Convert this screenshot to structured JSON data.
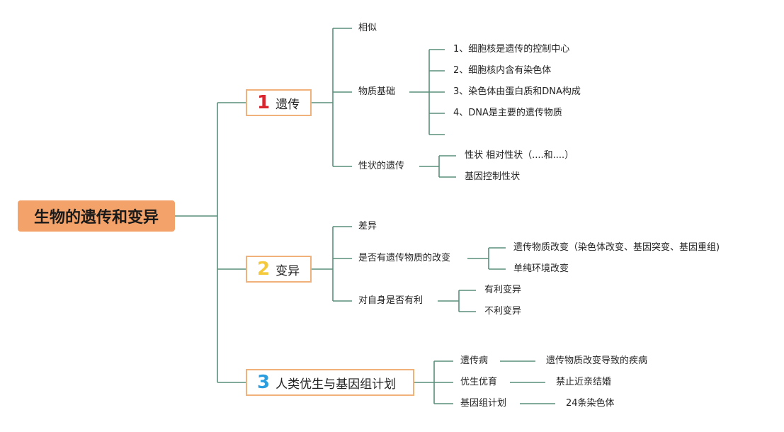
{
  "root": "生物的遗传和变异",
  "colors": {
    "line": "#5a8f7b",
    "root_bg": "#f3a36a",
    "branch_border": "#f0b27a",
    "num1": "#d9262e",
    "num2": "#f4c93b",
    "num3": "#2b9ee0"
  },
  "branches": [
    {
      "num": "1",
      "label": "遗传",
      "children": [
        {
          "label": "相似"
        },
        {
          "label": "物质基础",
          "children": [
            "1、细胞核是遗传的控制中心",
            "2、细胞核内含有染色体",
            "3、染色体由蛋白质和DNA构成",
            "4、DNA是主要的遗传物质",
            ""
          ]
        },
        {
          "label": "性状的遗传",
          "children": [
            "性状 相对性状（....和....）",
            "基因控制性状"
          ]
        }
      ]
    },
    {
      "num": "2",
      "label": "变异",
      "children": [
        {
          "label": "差异"
        },
        {
          "label": "是否有遗传物质的改变",
          "children": [
            "遗传物质改变（染色体改变、基因突变、基因重组)",
            "单纯环境改变"
          ]
        },
        {
          "label": "对自身是否有利",
          "children": [
            "有利变异",
            "不利变异"
          ]
        }
      ]
    },
    {
      "num": "3",
      "label": "人类优生与基因组计划",
      "children": [
        {
          "label": "遗传病",
          "children": [
            "遗传物质改变导致的疾病"
          ]
        },
        {
          "label": "优生优育",
          "children": [
            "禁止近亲结婚"
          ]
        },
        {
          "label": "基因组计划",
          "children": [
            "24条染色体"
          ]
        }
      ]
    }
  ]
}
